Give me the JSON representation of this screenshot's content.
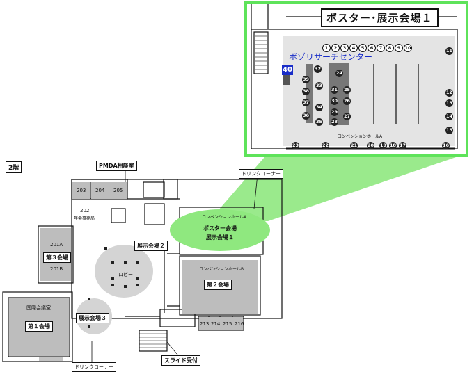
{
  "floor": "2階",
  "inset": {
    "title": "ポスター･展示会場１",
    "zone": "ボゾリサーチセンター",
    "booth40": "40",
    "hall_caption": "コンベンションホールA",
    "booths_top": [
      "1",
      "2",
      "3",
      "4",
      "5",
      "6",
      "7",
      "8",
      "9",
      "10"
    ],
    "booths_right": [
      "11",
      "12",
      "13",
      "14",
      "15",
      "16"
    ],
    "booths_bottom": [
      "17",
      "18",
      "19",
      "20",
      "21",
      "22",
      "23"
    ],
    "booths_left": [
      "24",
      "25",
      "26",
      "27",
      "28",
      "29",
      "30",
      "31",
      "32",
      "33",
      "34",
      "35",
      "36",
      "37",
      "38",
      "39"
    ]
  },
  "labels": {
    "pmda": "PMDA相談室",
    "drink_corner_top": "ドリンクコーナー",
    "drink_corner_bottom": "ドリンクコーナー",
    "hall_a": "コンベンションホールA",
    "poster_hall_1": "ポスター会場",
    "exhibit_hall_1": "展示会場１",
    "exhibit_hall_2": "展示会場２",
    "hall_b": "コンベンションホールB",
    "hall_2": "第２会場",
    "lobby": "ロビー",
    "intl_conf_room": "国際会議室",
    "hall_1": "第１会場",
    "exhibit_hall_3": "展示会場３",
    "hall_3": "第３会場",
    "room_201a": "201A",
    "room_201b": "201B",
    "room_202": "202",
    "room_202_sub": "年会事務局",
    "room_203": "203",
    "room_204": "204",
    "room_205": "205",
    "room_213": "213",
    "room_214": "214",
    "room_215": "215",
    "room_216": "216",
    "slide_reception": "スライド受付"
  }
}
